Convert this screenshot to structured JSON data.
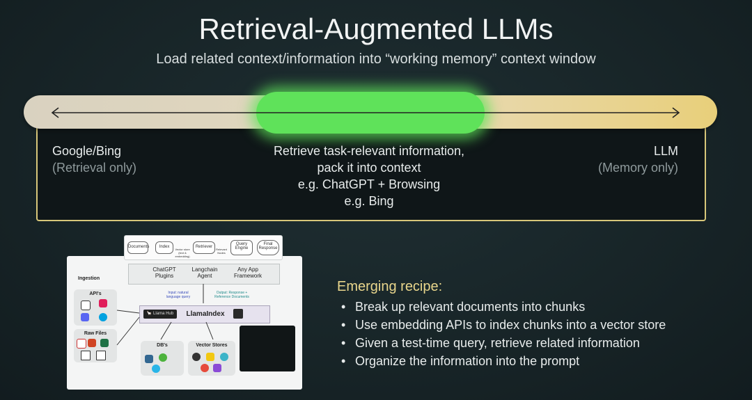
{
  "title": "Retrieval-Augmented LLMs",
  "subtitle": "Load related context/information into “working memory” context window",
  "spectrum": {
    "left": {
      "label": "Google/Bing",
      "sub": "(Retrieval only)"
    },
    "center": {
      "lines": [
        "Retrieve task-relevant information,",
        "pack it into context",
        "e.g. ChatGPT + Browsing",
        "e.g. Bing"
      ]
    },
    "right": {
      "label": "LLM",
      "sub": "(Memory only)"
    },
    "colors": {
      "bar": "#e8d7a6",
      "highlight": "#5fe25a",
      "border": "#d8c77a"
    }
  },
  "diagram": {
    "flow": [
      "Documents",
      "Index",
      "Retriever",
      "Query Engine",
      "Final Response"
    ],
    "flow_edges": [
      "Vector store (text & embedding)",
      "Relevant Nodes"
    ],
    "frameworks": [
      "ChatGPT Plugins",
      "Langchain Agent",
      "Any App Framework"
    ],
    "ingestion_label": "Ingestion",
    "apis_label": "API's",
    "raw_files_label": "Raw Files",
    "dbs_label": "DB's",
    "vector_stores_label": "Vector Stores",
    "llamaindex_label": "LlamaIndex",
    "hub_label": "🦙 Llama Hub",
    "input_note": "Input: natural language query",
    "output_note": "Output: Response + Reference Documents"
  },
  "recipe": {
    "title": "Emerging recipe:",
    "bullet": "•",
    "items": [
      "Break up relevant documents into chunks",
      "Use embedding APIs to index chunks into a vector store",
      "Given a test-time query, retrieve related information",
      "Organize the information into the prompt"
    ]
  }
}
